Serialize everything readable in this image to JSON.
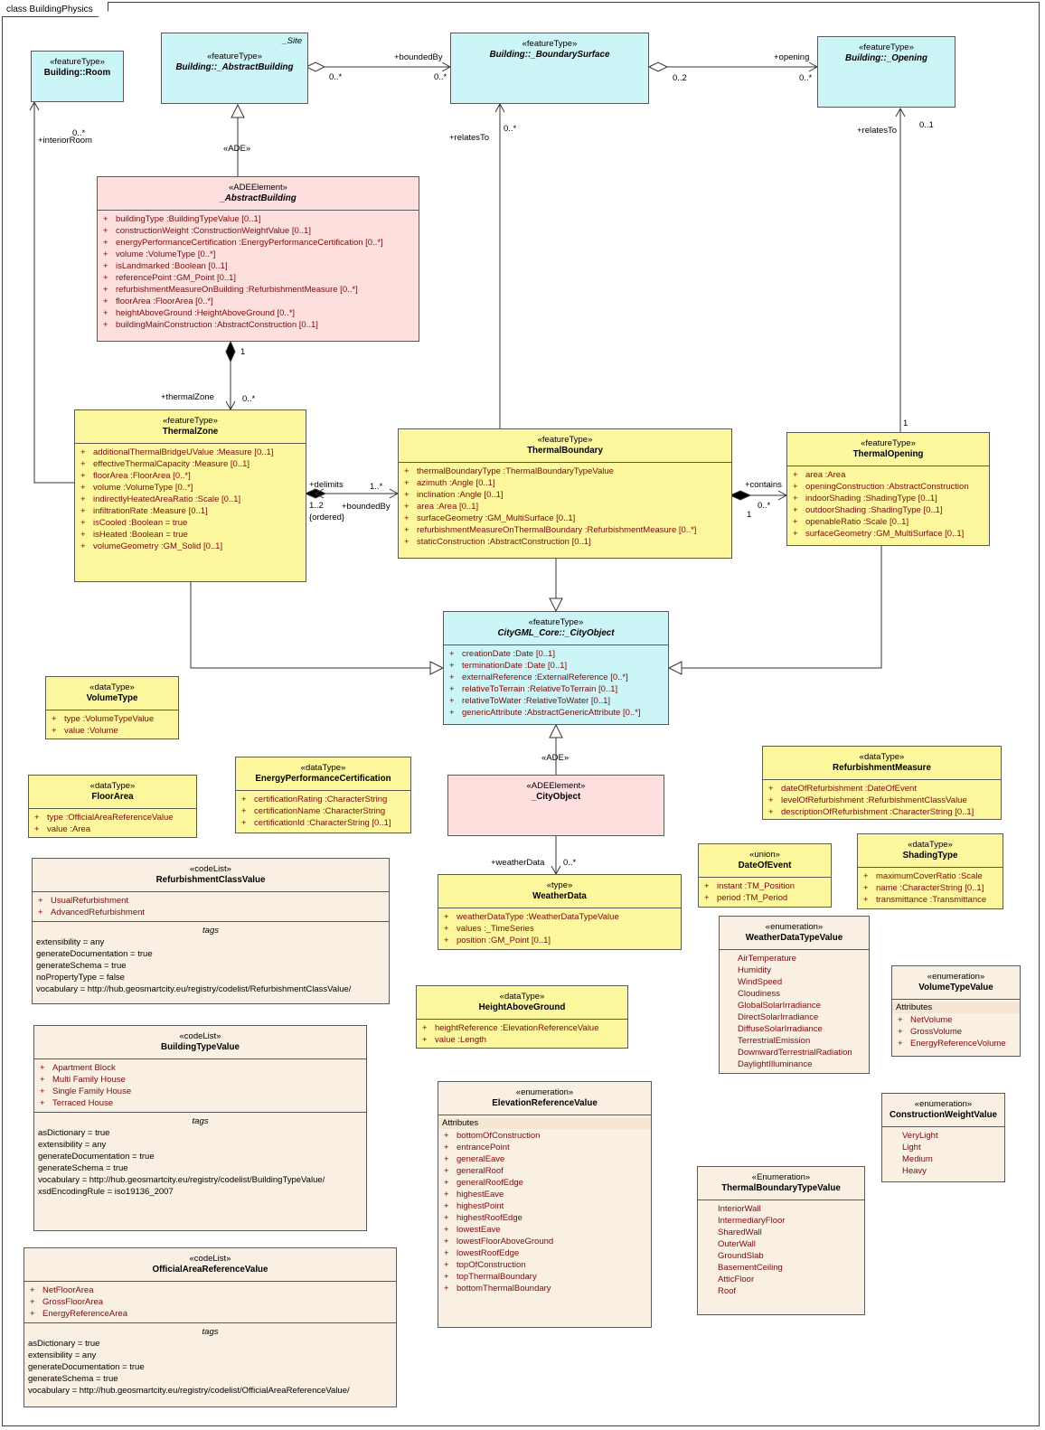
{
  "diagram": {
    "title": "class BuildingPhysics"
  },
  "classes": {
    "room": {
      "stereotype": "«featureType»",
      "name": "Building::Room"
    },
    "abstractBuilding": {
      "stereotype": "«featureType»",
      "name": "Building::_AbstractBuilding",
      "tag": "_Site"
    },
    "boundarySurface": {
      "stereotype": "«featureType»",
      "name": "Building::_BoundarySurface"
    },
    "opening": {
      "stereotype": "«featureType»",
      "name": "Building::_Opening"
    },
    "adeAbstractBuilding": {
      "stereotype": "«ADEElement»",
      "name": "_AbstractBuilding",
      "attributes": [
        "buildingType  :BuildingTypeValue [0..1]",
        "constructionWeight  :ConstructionWeightValue [0..1]",
        "energyPerformanceCertification  :EnergyPerformanceCertification [0..*]",
        "volume  :VolumeType [0..*]",
        "isLandmarked  :Boolean [0..1]",
        "referencePoint  :GM_Point [0..1]",
        "refurbishmentMeasureOnBuilding  :RefurbishmentMeasure [0..*]",
        "floorArea  :FloorArea [0..*]",
        "heightAboveGround  :HeightAboveGround [0..*]",
        "buildingMainConstruction  :AbstractConstruction [0..1]"
      ]
    },
    "thermalZone": {
      "stereotype": "«featureType»",
      "name": "ThermalZone",
      "attributes": [
        "additionalThermalBridgeUValue  :Measure [0..1]",
        "effectiveThermalCapacity  :Measure [0..1]",
        "floorArea  :FloorArea [0..*]",
        "volume  :VolumeType [0..*]",
        "indirectlyHeatedAreaRatio  :Scale [0..1]",
        "infiltrationRate  :Measure [0..1]",
        "isCooled  :Boolean = true",
        "isHeated  :Boolean = true",
        "volumeGeometry  :GM_Solid [0..1]"
      ]
    },
    "thermalBoundary": {
      "stereotype": "«featureType»",
      "name": "ThermalBoundary",
      "attributes": [
        "thermalBoundaryType  :ThermalBoundaryTypeValue",
        "azimuth  :Angle [0..1]",
        "inclination  :Angle [0..1]",
        "area  :Area [0..1]",
        "surfaceGeometry  :GM_MultiSurface [0..1]",
        "refurbishmentMeasureOnThermalBoundary  :RefurbishmentMeasure [0..*]",
        "staticConstruction  :AbstractConstruction [0..1]"
      ]
    },
    "thermalOpening": {
      "stereotype": "«featureType»",
      "name": "ThermalOpening",
      "attributes": [
        "area  :Area",
        "openingConstruction  :AbstractConstruction",
        "indoorShading  :ShadingType [0..1]",
        "outdoorShading  :ShadingType [0..1]",
        "openableRatio  :Scale [0..1]",
        "surfaceGeometry  :GM_MultiSurface [0..1]"
      ]
    },
    "cityObject": {
      "stereotype": "«featureType»",
      "name": "CityGML_Core::_CityObject",
      "attributes": [
        "creationDate  :Date [0..1]",
        "terminationDate  :Date [0..1]",
        "externalReference  :ExternalReference [0..*]",
        "relativeToTerrain  :RelativeToTerrain [0..1]",
        "relativeToWater  :RelativeToWater [0..1]",
        "genericAttribute  :AbstractGenericAttribute [0..*]"
      ]
    },
    "volumeType": {
      "stereotype": "«dataType»",
      "name": "VolumeType",
      "attributes": [
        "type  :VolumeTypeValue",
        "value  :Volume"
      ]
    },
    "floorArea": {
      "stereotype": "«dataType»",
      "name": "FloorArea",
      "attributes": [
        "type  :OfficialAreaReferenceValue",
        "value  :Area"
      ]
    },
    "epc": {
      "stereotype": "«dataType»",
      "name": "EnergyPerformanceCertification",
      "attributes": [
        "certificationRating  :CharacterString",
        "certificationName  :CharacterString",
        "certificationId  :CharacterString [0..1]"
      ]
    },
    "adeCityObject": {
      "stereotype": "«ADEElement»",
      "name": "_CityObject"
    },
    "refurbishmentMeasure": {
      "stereotype": "«dataType»",
      "name": "RefurbishmentMeasure",
      "attributes": [
        "dateOfRefurbishment  :DateOfEvent",
        "levelOfRefurbishment  :RefurbishmentClassValue",
        "descriptionOfRefurbishment  :CharacterString [0..1]"
      ]
    },
    "refurbishmentClassValue": {
      "stereotype": "«codeList»",
      "name": "RefurbishmentClassValue",
      "attributes": [
        "UsualRefurbishment",
        "AdvancedRefurbishment"
      ],
      "tags_title": "tags",
      "tags": [
        "extensibility = any",
        "generateDocumentation = true",
        "generateSchema = true",
        "noPropertyType = false",
        "vocabulary = http://hub.geosmartcity.eu/registry/codelist/RefurbishmentClassValue/"
      ]
    },
    "weatherData": {
      "stereotype": "«type»",
      "name": "WeatherData",
      "attributes": [
        "weatherDataType  :WeatherDataTypeValue",
        "values  :_TimeSeries",
        "position  :GM_Point [0..1]"
      ]
    },
    "dateOfEvent": {
      "stereotype": "«union»",
      "name": "DateOfEvent",
      "attributes": [
        "instant  :TM_Position",
        "period  :TM_Period"
      ]
    },
    "shadingType": {
      "stereotype": "«dataType»",
      "name": "ShadingType",
      "attributes": [
        "maximumCoverRatio  :Scale",
        "name  :CharacterString [0..1]",
        "transmittance  :Transmittance"
      ]
    },
    "weatherDataTypeValue": {
      "stereotype": "«enumeration»",
      "name": "WeatherDataTypeValue",
      "literals": [
        "AirTemperature",
        "Humidity",
        "WindSpeed",
        "Cloudiness",
        "GlobalSolarIrradiance",
        "DirectSolarIrradiance",
        "DiffuseSolarIrradiance",
        "TerrestrialEmission",
        "DownwardTerrestrialRadiation",
        "DaylightIlluminance"
      ]
    },
    "volumeTypeValue": {
      "stereotype": "«enumeration»",
      "name": "VolumeTypeValue",
      "section": "Attributes",
      "attributes": [
        "NetVolume",
        "GrossVolume",
        "EnergyReferenceVolume"
      ]
    },
    "heightAboveGround": {
      "stereotype": "«dataType»",
      "name": "HeightAboveGround",
      "attributes": [
        "heightReference  :ElevationReferenceValue",
        "value  :Length"
      ]
    },
    "buildingTypeValue": {
      "stereotype": "«codeList»",
      "name": "BuildingTypeValue",
      "attributes": [
        "Apartment Block",
        "Multi Family House",
        "Single Family House",
        "Terraced House"
      ],
      "tags_title": "tags",
      "tags": [
        "asDictionary = true",
        "extensibility = any",
        "generateDocumentation = true",
        "generateSchema = true",
        "vocabulary = http://hub.geosmartcity.eu/registry/codelist/BuildingTypeValue/",
        "xsdEncodingRule = iso19136_2007"
      ]
    },
    "elevationReferenceValue": {
      "stereotype": "«enumeration»",
      "name": "ElevationReferenceValue",
      "section": "Attributes",
      "attributes": [
        "bottomOfConstruction",
        "entrancePoint",
        "generalEave",
        "generalRoof",
        "generalRoofEdge",
        "highestEave",
        "highestPoint",
        "highestRoofEdge",
        "lowestEave",
        "lowestFloorAboveGround",
        "lowestRoofEdge",
        "topOfConstruction",
        "topThermalBoundary",
        "bottomThermalBoundary"
      ]
    },
    "constructionWeightValue": {
      "stereotype": "«enumeration»",
      "name": "ConstructionWeightValue",
      "literals": [
        "VeryLight",
        "Light",
        "Medium",
        "Heavy"
      ]
    },
    "thermalBoundaryTypeValue": {
      "stereotype": "«Enumeration»",
      "name": "ThermalBoundaryTypeValue",
      "literals": [
        "InteriorWall",
        "IntermediaryFloor",
        "SharedWall",
        "OuterWall",
        "GroundSlab",
        "BasementCeiling",
        "AtticFloor",
        "Roof"
      ]
    },
    "officialAreaReferenceValue": {
      "stereotype": "«codeList»",
      "name": "OfficialAreaReferenceValue",
      "attributes": [
        "NetFloorArea",
        "GrossFloorArea",
        "EnergyReferenceArea"
      ],
      "tags_title": "tags",
      "tags": [
        "asDictionary = true",
        "extensibility = any",
        "generateDocumentation = true",
        "generateSchema = true",
        "vocabulary = http://hub.geosmartcity.eu/registry/codelist/OfficialAreaReferenceValue/"
      ]
    }
  },
  "plus": "+",
  "edge_labels": {
    "boundedBy_top": "+boundedBy",
    "m_0n_a": "0..*",
    "m_0n_b": "0..*",
    "opening": "+opening",
    "m_02": "0..2",
    "m_0n_c": "0..*",
    "relatesTo_bs": "+relatesTo",
    "m_0n_d": "0..*",
    "relatesTo_op": "+relatesTo",
    "m_01": "0..1",
    "m_0n_room": "0..*",
    "interiorRoom": "+interiorRoom",
    "ade1": "«ADE»",
    "m_1_a": "1",
    "thermalZone": "+thermalZone",
    "m_0n_tz": "0..*",
    "delimits": "+delimits",
    "m_1n": "1..*",
    "m_12": "1..2",
    "boundedBy_tb": "+boundedBy",
    "ordered": "{ordered}",
    "contains": "+contains",
    "m_0n_to": "0..*",
    "m_1_b": "1",
    "m_1_c": "1",
    "ade2": "«ADE»",
    "weatherData": "+weatherData",
    "m_0n_wd": "0..*"
  }
}
